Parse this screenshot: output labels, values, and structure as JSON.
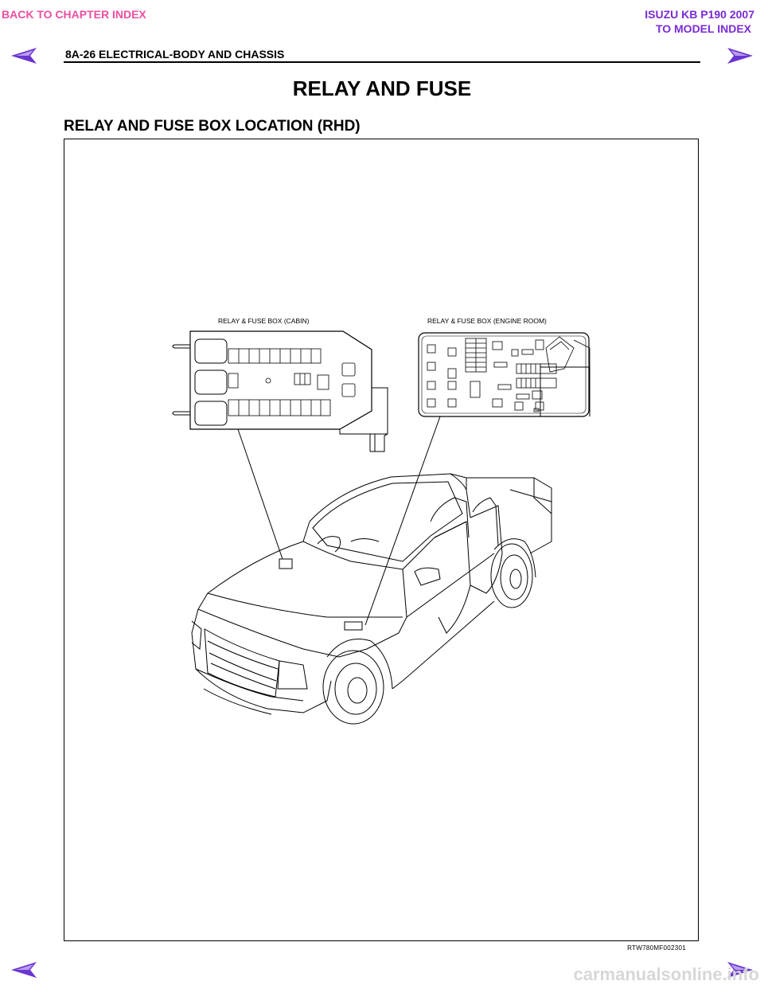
{
  "nav": {
    "back_to_chapter": "BACK TO CHAPTER INDEX",
    "model_title": "ISUZU KB P190 2007",
    "to_model_index": "TO MODEL INDEX",
    "prev_icon": "left-arrow-icon",
    "next_icon": "right-arrow-icon"
  },
  "header": {
    "section_label": "8A-26  ELECTRICAL-BODY AND CHASSIS"
  },
  "page": {
    "title": "RELAY AND FUSE",
    "heading": "RELAY AND FUSE BOX LOCATION (RHD)"
  },
  "figure": {
    "label_cabin": "RELAY & FUSE BOX (CABIN)",
    "label_engine": "RELAY & FUSE BOX (ENGINE ROOM)",
    "code": "RTW780MF002301"
  },
  "footer": {
    "watermark": "carmanualsonline.info"
  },
  "colors": {
    "back_link": "#ee4fa0",
    "model_link": "#7a2bd6",
    "arrow_fill": "#6a35d0"
  }
}
